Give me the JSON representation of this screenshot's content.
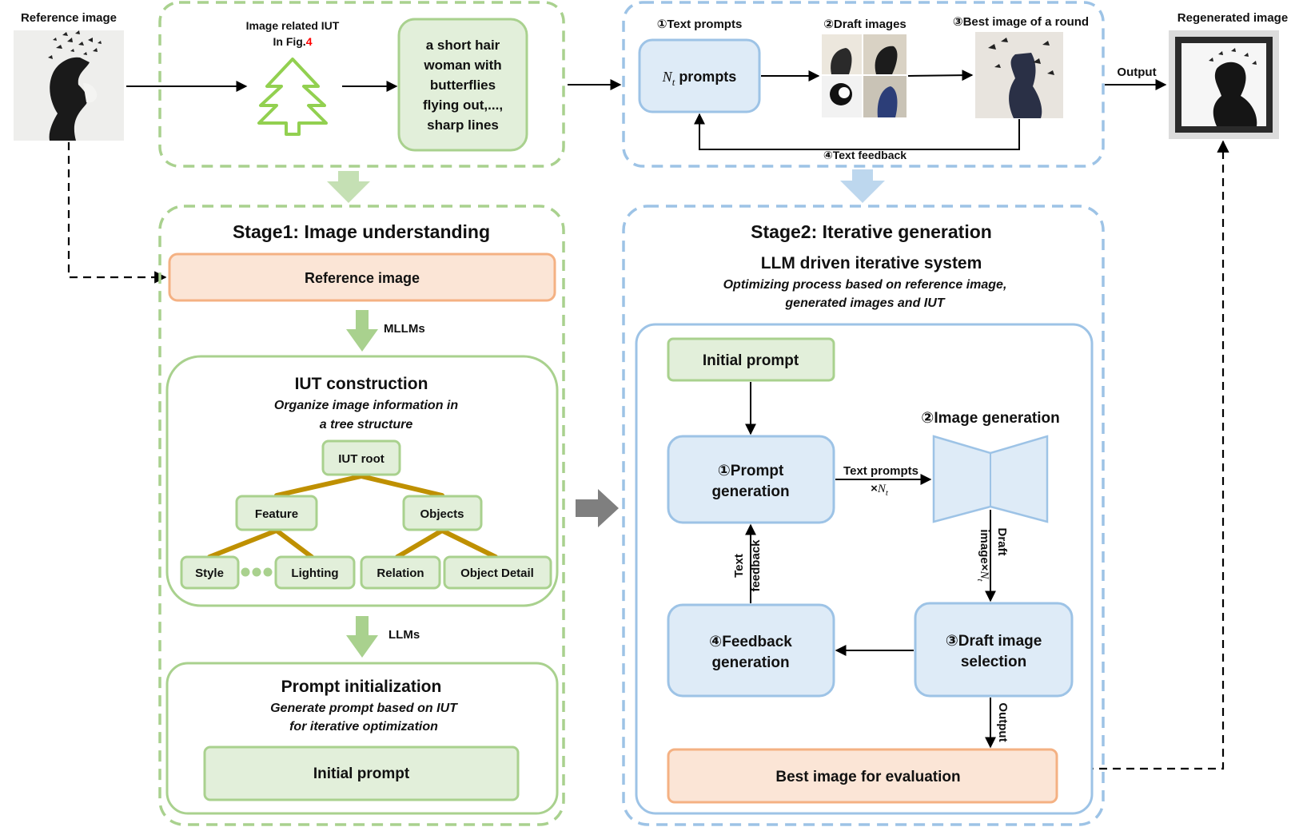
{
  "top": {
    "reference_label": "Reference image",
    "iut_ref_line1": "Image related IUT",
    "iut_ref_line2a": "In Fig.",
    "iut_ref_line2b": "4",
    "caption_lines": [
      "a short hair",
      "woman with",
      "butterflies",
      "flying out,...,",
      "sharp lines"
    ],
    "text_prompts_label": "①Text prompts",
    "nt_symbol": "N",
    "nt_sub": "t",
    "nt_prompts_word": " prompts",
    "draft_images_label": "②Draft images",
    "best_round_label": "③Best image of a round",
    "text_feedback_label": "④Text feedback",
    "output_label": "Output",
    "regenerated_label": "Regenerated image"
  },
  "stage1": {
    "title": "Stage1: Image understanding",
    "reference_box": "Reference image",
    "mllms_label": "MLLMs",
    "iut_title": "IUT construction",
    "iut_sub1": "Organize image information in",
    "iut_sub2": "a tree structure",
    "tree": {
      "root": "IUT root",
      "feature": "Feature",
      "objects": "Objects",
      "style": "Style",
      "lighting": "Lighting",
      "relation": "Relation",
      "object_detail": "Object Detail"
    },
    "llms_label": "LLMs",
    "prompt_init_title": "Prompt initialization",
    "prompt_init_sub1": "Generate prompt based on IUT",
    "prompt_init_sub2": "for iterative optimization",
    "initial_prompt": "Initial prompt"
  },
  "stage2": {
    "title": "Stage2: Iterative generation",
    "subtitle": "LLM driven iterative system",
    "desc1": "Optimizing process based on reference image,",
    "desc2": "generated images and IUT",
    "initial_prompt": "Initial prompt",
    "prompt_gen1": "①Prompt",
    "prompt_gen2": "generation",
    "image_gen_label": "②Image generation",
    "text_prompts_edge": "Text prompts",
    "times_nt_prefix": "×",
    "draft_edge_a": "Draft",
    "draft_edge_b": "image×",
    "feedback_edge_a": "Text",
    "feedback_edge_b": "feedback",
    "feedback_gen1": "④Feedback",
    "feedback_gen2": "generation",
    "draft_sel1": "③Draft image",
    "draft_sel2": "selection",
    "output_edge": "Output",
    "best_image": "Best image for evaluation"
  },
  "colors": {
    "green_border": "#a9d18e",
    "green_fill": "#e2efda",
    "green_title": "#548235",
    "blue_border": "#9dc3e6",
    "blue_fill": "#deebf7",
    "blue_title": "#2e75b6",
    "orange_border": "#f4b183",
    "orange_fill": "#fbe5d6",
    "red_label": "#c00000",
    "tree_brown": "#bf9000",
    "gray_arrow": "#7f7f7f"
  }
}
